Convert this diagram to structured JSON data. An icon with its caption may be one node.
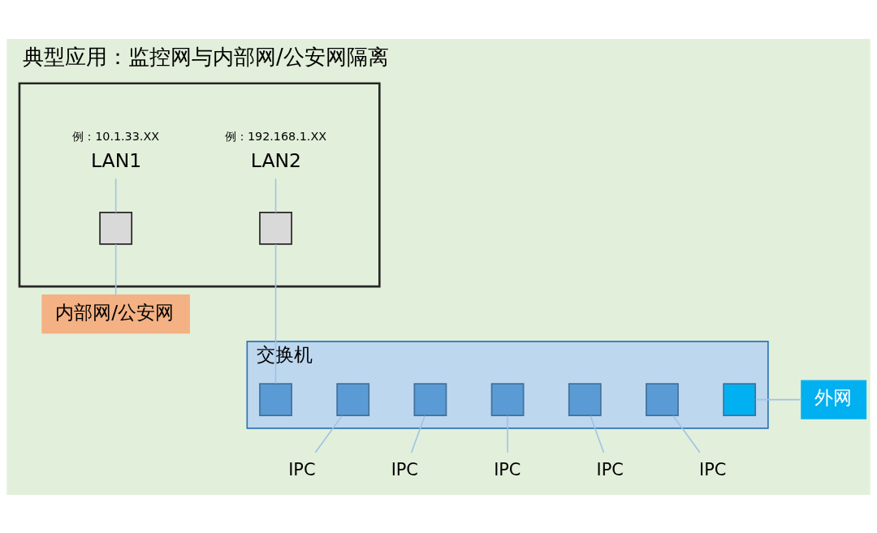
{
  "diagram": {
    "title": "典型应用：监控网与内部网/公安网隔离",
    "nodes": [
      {
        "text": [],
        "shape": "box"
      },
      {
        "text": [
          "LAN1"
        ],
        "beside": [
          "例：10.1.33.XX"
        ],
        "in": 0
      },
      {
        "text": [],
        "shape": "box",
        "in": 0
      },
      {
        "text": [
          "LAN2"
        ],
        "beside": [
          "例：192.168.1.XX"
        ],
        "in": 0
      },
      {
        "text": [],
        "shape": "box",
        "in": 0
      },
      {
        "text": [
          "内部网/公安网"
        ]
      },
      {
        "text": [
          "交换机"
        ]
      },
      {
        "text": [],
        "shape": "box",
        "in": 6
      },
      {
        "text": [],
        "shape": "box",
        "in": 6
      },
      {
        "text": [],
        "shape": "box",
        "in": 6
      },
      {
        "text": [],
        "shape": "box",
        "in": 6
      },
      {
        "text": [],
        "shape": "box",
        "in": 6
      },
      {
        "text": [],
        "shape": "box",
        "in": 6
      },
      {
        "text": [],
        "shape": "box",
        "in": 6
      },
      {
        "text": [
          "IPC"
        ]
      },
      {
        "text": [
          "IPC"
        ]
      },
      {
        "text": [
          "IPC"
        ]
      },
      {
        "text": [
          "IPC"
        ]
      },
      {
        "text": [
          "IPC"
        ]
      },
      {
        "text": [
          "外网"
        ]
      }
    ],
    "edges": [
      {
        "from": 1,
        "to": 2,
        "arrow": "none"
      },
      {
        "from": 2,
        "to": 5,
        "arrow": "none"
      },
      {
        "from": 3,
        "to": 4,
        "arrow": "none"
      },
      {
        "from": 4,
        "to": 7,
        "arrow": "none"
      },
      {
        "from": 8,
        "to": 14,
        "arrow": "none"
      },
      {
        "from": 9,
        "to": 15,
        "arrow": "none"
      },
      {
        "from": 10,
        "to": 16,
        "arrow": "none"
      },
      {
        "from": 11,
        "to": 17,
        "arrow": "none"
      },
      {
        "from": 12,
        "to": 18,
        "arrow": "none"
      },
      {
        "from": 13,
        "to": 19,
        "arrow": "none"
      }
    ]
  }
}
